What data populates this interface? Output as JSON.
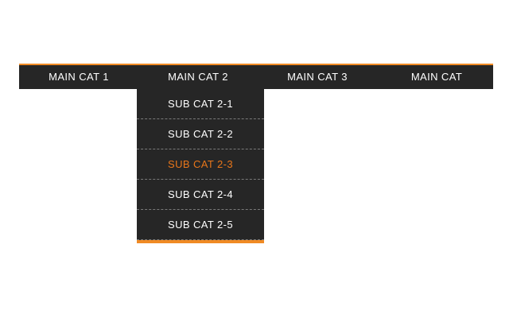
{
  "colors": {
    "accent": "#F08A24",
    "bar_background": "#262626",
    "text": "#FFFFFF",
    "highlight_text": "#E8761A",
    "separator": "#7A7A7A",
    "page_background": "#FFFFFF"
  },
  "menubar": {
    "items": [
      {
        "label": "MAIN CAT 1",
        "has_dropdown": false,
        "state": "normal"
      },
      {
        "label": "MAIN CAT 2",
        "has_dropdown": true,
        "state": "open"
      },
      {
        "label": "MAIN CAT 3",
        "has_dropdown": false,
        "state": "normal"
      },
      {
        "label": "MAIN CAT",
        "has_dropdown": false,
        "state": "normal"
      }
    ]
  },
  "dropdown": {
    "parent": "MAIN CAT 2",
    "items": [
      {
        "label": "SUB CAT 2-1",
        "state": "normal"
      },
      {
        "label": "SUB CAT 2-2",
        "state": "normal"
      },
      {
        "label": "SUB CAT 2-3",
        "state": "highlighted"
      },
      {
        "label": "SUB CAT 2-4",
        "state": "normal"
      },
      {
        "label": "SUB CAT 2-5",
        "state": "normal"
      }
    ]
  }
}
